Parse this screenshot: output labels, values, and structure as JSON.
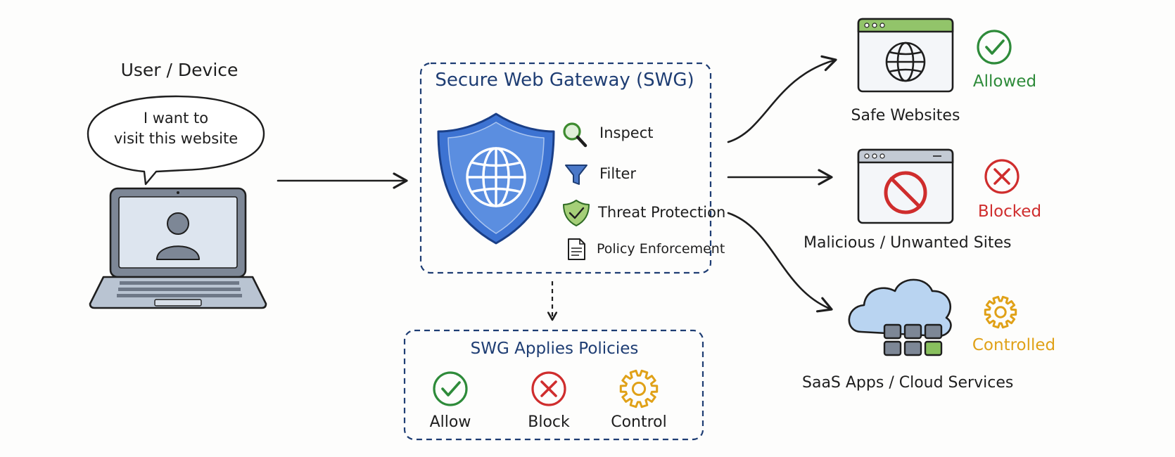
{
  "user": {
    "title": "User / Device",
    "bubble_line1": "I want to",
    "bubble_line2": "visit this website"
  },
  "gateway": {
    "title": "Secure Web Gateway (SWG)",
    "features": [
      "Inspect",
      "Filter",
      "Threat Protection",
      "Policy Enforcement"
    ]
  },
  "policies": {
    "title": "SWG Applies Policies",
    "items": [
      "Allow",
      "Block",
      "Control"
    ]
  },
  "destinations": [
    {
      "label": "Safe Websites",
      "status": "Allowed"
    },
    {
      "label": "Malicious / Unwanted Sites",
      "status": "Blocked"
    },
    {
      "label": "SaaS Apps / Cloud Services",
      "status": "Controlled"
    }
  ],
  "colors": {
    "accent_blue": "#1e3d73",
    "shield_blue": "#3d73d2",
    "allow_green": "#2e8b3a",
    "block_red": "#cf2d2d",
    "control_orange": "#e0a118"
  }
}
